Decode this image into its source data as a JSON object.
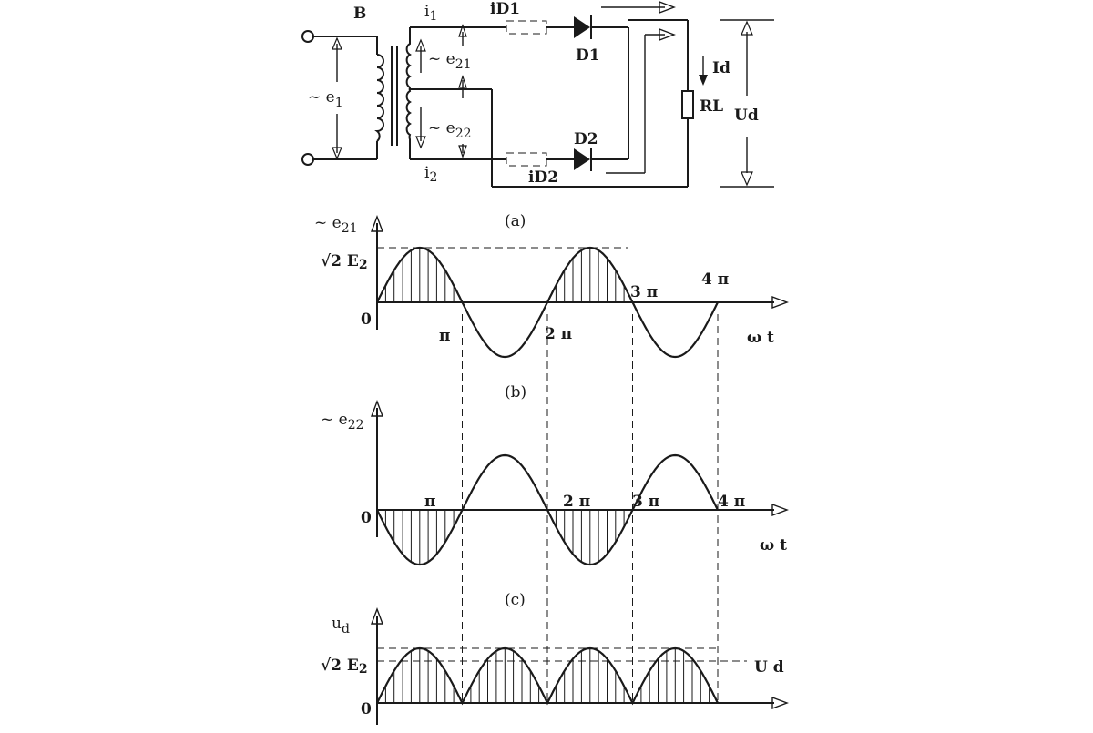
{
  "circuit": {
    "transformer_label": "B",
    "primary_voltage": "~ e",
    "primary_voltage_sub": "1",
    "secondary_upper": "~ e",
    "secondary_upper_sub": "21",
    "secondary_lower": "~ e",
    "secondary_lower_sub": "22",
    "current_upper": "i",
    "current_upper_sub": "1",
    "current_lower": "i",
    "current_lower_sub": "2",
    "diode_current_1": "iD1",
    "diode_current_2": "iD2",
    "diode_1": "D1",
    "diode_2": "D2",
    "load_current": "Id",
    "load": "RL",
    "output_voltage": "Ud"
  },
  "captions": {
    "a": "(a)",
    "b": "(b)",
    "c": "(c)"
  },
  "graph_b": {
    "ylabel": "~ e",
    "ylabel_sub": "21",
    "amplitude_label": "√2 E",
    "amplitude_sub": "2",
    "origin": "0",
    "ticks": [
      "π",
      "2 π",
      "3 π",
      "4 π"
    ],
    "xlabel": "ω t"
  },
  "graph_c": {
    "ylabel": "~ e",
    "ylabel_sub": "22",
    "origin": "0",
    "ticks": [
      "π",
      "2 π",
      "3 π",
      "4 π"
    ],
    "xlabel": "ω t"
  },
  "graph_d": {
    "ylabel": "u",
    "ylabel_sub": "d",
    "amplitude_label": "√2 E",
    "amplitude_sub": "2",
    "origin": "0",
    "avg_label": "U  d"
  },
  "chart_data": [
    {
      "type": "line",
      "name": "e21 = √2E2·sin(ωt)",
      "x_range": [
        0,
        "4π"
      ],
      "shaded": "positive half-cycles"
    },
    {
      "type": "line",
      "name": "e22 = -√2E2·sin(ωt)",
      "x_range": [
        0,
        "4π"
      ],
      "shaded": "negative half-cycles"
    },
    {
      "type": "line",
      "name": "ud = |√2E2·sin(ωt)|",
      "x_range": [
        0,
        "4π"
      ],
      "shaded": "all half-cycles",
      "average": "Ud"
    }
  ]
}
